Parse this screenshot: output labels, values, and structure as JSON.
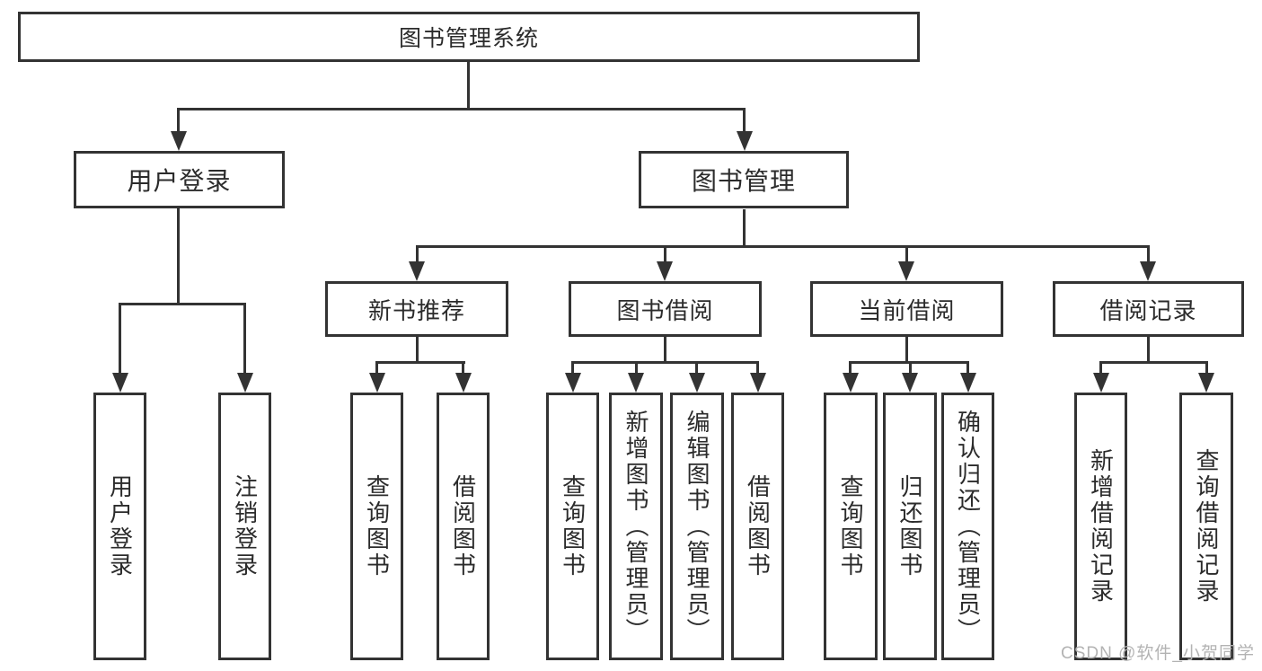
{
  "nodes": {
    "root": "图书管理系统",
    "user_login": "用户登录",
    "book_management": "图书管理",
    "new_book_recommendation": "新书推荐",
    "book_borrowing": "图书借阅",
    "current_borrowing": "当前借阅",
    "borrowing_records": "借阅记录",
    "leaf_user_login": "用户登录",
    "leaf_logout": "注销登录",
    "leaf_recommend_query_books": "查询图书",
    "leaf_recommend_borrow_books": "借阅图书",
    "leaf_borrow_query_books": "查询图书",
    "leaf_borrow_add_books": "新增图书（管理员）",
    "leaf_borrow_edit_books": "编辑图书（管理员）",
    "leaf_borrow_borrow_books": "借阅图书",
    "leaf_current_query_books": "查询图书",
    "leaf_current_return_books": "归还图书",
    "leaf_current_confirm_return": "确认归还（管理员）",
    "leaf_record_add": "新增借阅记录",
    "leaf_record_query": "查询借阅记录"
  },
  "watermark": "CSDN @软件_小贺同学",
  "colors": {
    "line": "#333333",
    "text": "#2b2b2b",
    "background": "#ffffff",
    "watermark": "#b3b3b3"
  }
}
